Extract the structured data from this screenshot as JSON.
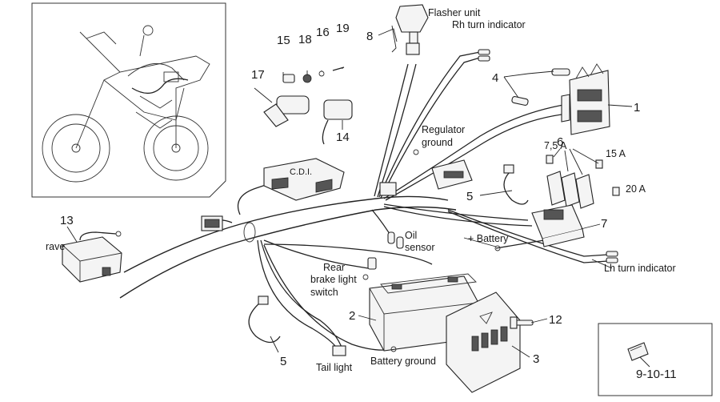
{
  "labels": {
    "flasher_unit": "Flasher unit",
    "rh_turn_indicator": "Rh turn indicator",
    "lh_turn_indicator": "Lh turn indicator",
    "regulator_ground": [
      "Regulator",
      "ground"
    ],
    "oil_sensor": [
      "Oil",
      "sensor"
    ],
    "plus_battery": "+ Battery",
    "rear_brake_light_switch": [
      "Rear",
      "brake light",
      "switch"
    ],
    "battery_ground": "Battery ground",
    "tail_light": "Tail light",
    "rave": "rave",
    "cdi": "C.D.I.",
    "fuse_7_5a": "7,5 A",
    "fuse_15a": "15 A",
    "fuse_20a": "20 A"
  },
  "part_numbers": {
    "p1": "1",
    "p2": "2",
    "p3": "3",
    "p4": "4",
    "p5a": "5",
    "p5b": "5",
    "p6": "6",
    "p7": "7",
    "p8": "8",
    "p12": "12",
    "p13": "13",
    "p14": "14",
    "p15": "15",
    "p16": "16",
    "p17": "17",
    "p18": "18",
    "p19": "19",
    "p9_10_11": "9-10-11"
  },
  "colors": {
    "line": "#222222",
    "background": "#ffffff",
    "part_fill": "#f4f4f4"
  }
}
